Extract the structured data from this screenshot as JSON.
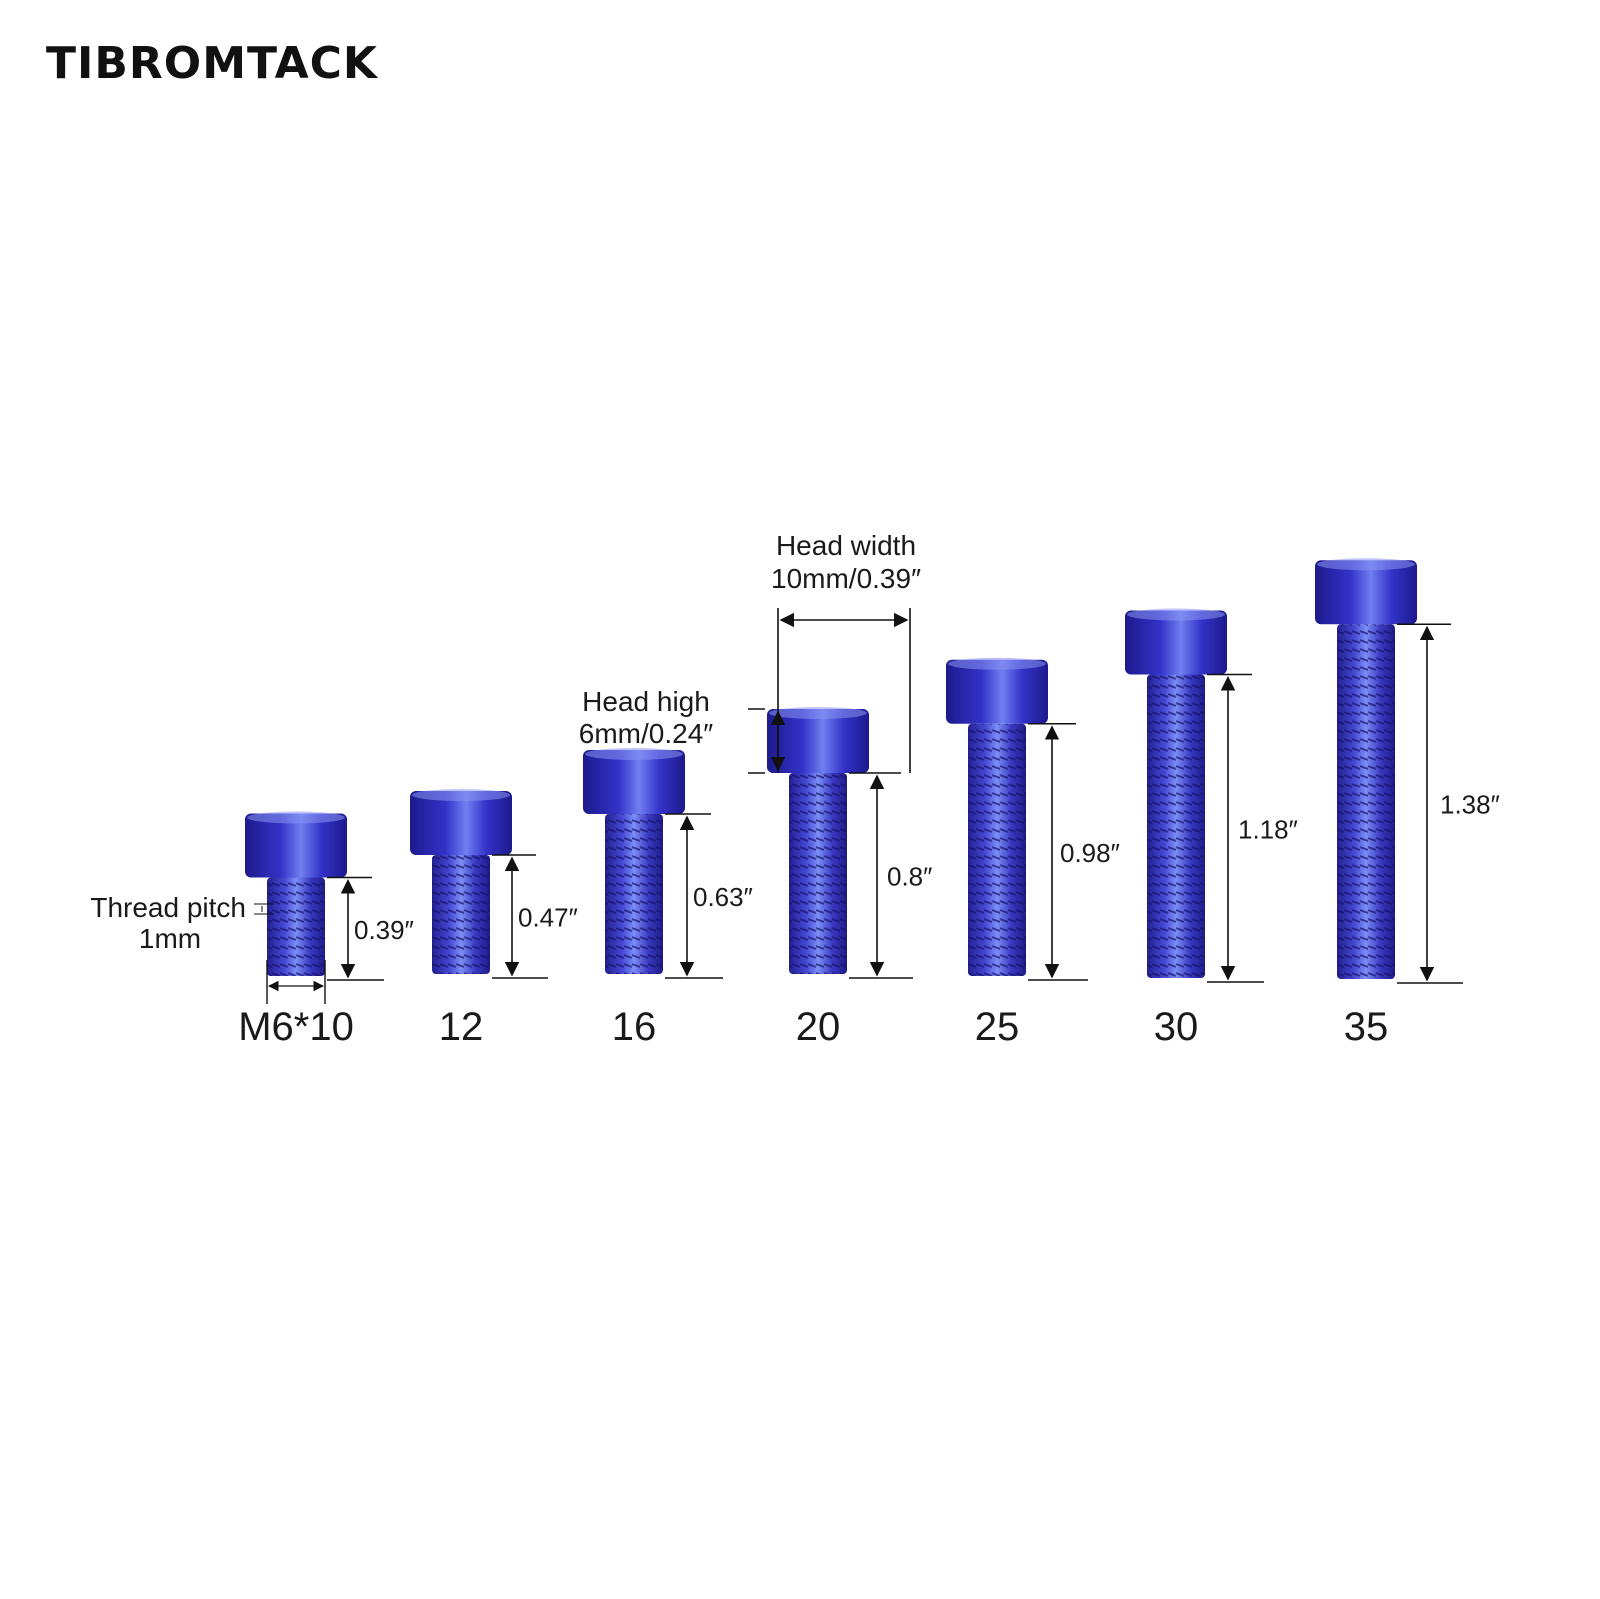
{
  "brand": {
    "name": "TIBROMTACK"
  },
  "colors": {
    "bolt_dark": "#1c1a8c",
    "bolt_mid": "#3432c8",
    "bolt_light": "#6f7ff0",
    "dimension_line": "#111111",
    "text": "#1a1a1a"
  },
  "bolts": [
    {
      "size_label": "M6*10",
      "length_mm": 10,
      "length_label": "0.39″"
    },
    {
      "size_label": "12",
      "length_mm": 12,
      "length_label": "0.47″"
    },
    {
      "size_label": "16",
      "length_mm": 16,
      "length_label": "0.63″"
    },
    {
      "size_label": "20",
      "length_mm": 20,
      "length_label": "0.8″"
    },
    {
      "size_label": "25",
      "length_mm": 25,
      "length_label": "0.98″"
    },
    {
      "size_label": "30",
      "length_mm": 30,
      "length_label": "1.18″"
    },
    {
      "size_label": "35",
      "length_mm": 35,
      "length_label": "1.38″"
    }
  ],
  "annotations": {
    "thread_pitch": {
      "line1": "Thread pitch",
      "line2": "1mm"
    },
    "head_high": {
      "line1": "Head  high",
      "line2": "6mm/0.24″"
    },
    "head_width": {
      "line1": "Head  width",
      "line2": "10mm/0.39″"
    }
  }
}
